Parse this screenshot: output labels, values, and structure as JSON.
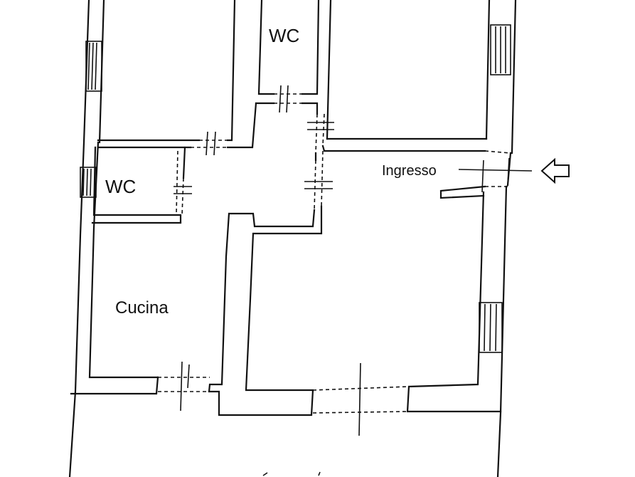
{
  "rooms": {
    "wc_top": "WC",
    "wc_left": "WC",
    "cucina": "Cucina",
    "ingresso": "Ingresso"
  },
  "icons": {
    "entrance_arrow": "left-arrow-icon"
  },
  "colors": {
    "line": "#111111",
    "background": "#ffffff"
  }
}
